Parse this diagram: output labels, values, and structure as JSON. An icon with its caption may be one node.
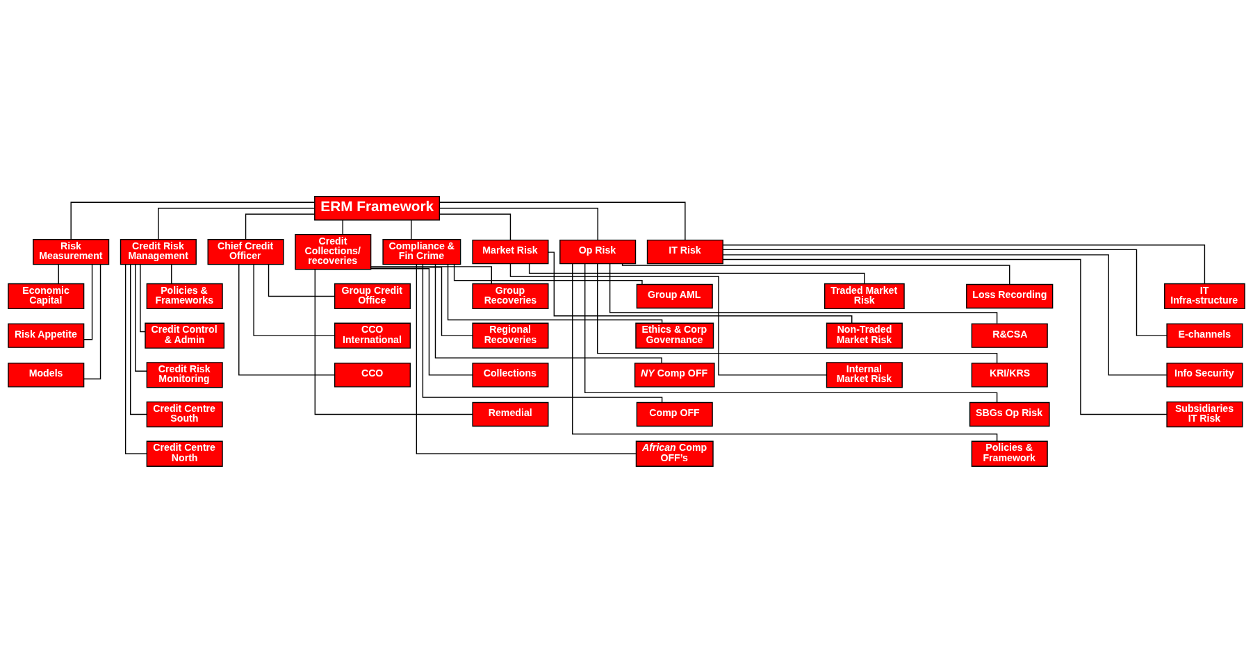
{
  "diagram": {
    "nodes": [
      {
        "text": [
          "ERM Framework"
        ]
      },
      {
        "text": [
          "Risk Measurement"
        ]
      },
      {
        "text": [
          "Credit Risk Management"
        ]
      },
      {
        "text": [
          "Chief Credit Officer"
        ]
      },
      {
        "text": [
          "Credit Collections/ recoveries"
        ]
      },
      {
        "text": [
          "Compliance & Fin Crime"
        ]
      },
      {
        "text": [
          "Market Risk"
        ]
      },
      {
        "text": [
          "Op Risk"
        ]
      },
      {
        "text": [
          "IT Risk"
        ]
      },
      {
        "text": [
          "Economic Capital"
        ]
      },
      {
        "text": [
          "Risk Appetite"
        ]
      },
      {
        "text": [
          "Models"
        ]
      },
      {
        "text": [
          "Policies & Frameworks"
        ]
      },
      {
        "text": [
          "Credit Control & Admin"
        ]
      },
      {
        "text": [
          "Credit Risk Monitoring"
        ]
      },
      {
        "text": [
          "Credit Centre South"
        ]
      },
      {
        "text": [
          "Credit Centre North"
        ]
      },
      {
        "text": [
          "Group Credit Office"
        ]
      },
      {
        "text": [
          "CCO International"
        ]
      },
      {
        "text": [
          "CCO"
        ]
      },
      {
        "text": [
          "Group Recoveries"
        ]
      },
      {
        "text": [
          "Regional Recoveries"
        ]
      },
      {
        "text": [
          "Collections"
        ]
      },
      {
        "text": [
          "Remedial"
        ]
      },
      {
        "text": [
          "Group AML"
        ]
      },
      {
        "text": [
          "Ethics & Corp Governance"
        ]
      },
      {
        "text": [
          "*NY* Comp OFF"
        ]
      },
      {
        "text": [
          "Comp OFF"
        ]
      },
      {
        "text": [
          "*African* Comp OFF’s"
        ]
      },
      {
        "text": [
          "Traded Market Risk"
        ]
      },
      {
        "text": [
          "Non-Traded Market Risk"
        ]
      },
      {
        "text": [
          "Internal Market Risk"
        ]
      },
      {
        "text": [
          "Loss Recording"
        ]
      },
      {
        "text": [
          "R&CSA"
        ]
      },
      {
        "text": [
          "KRI/KRS"
        ]
      },
      {
        "text": [
          "SBGs Op Risk"
        ]
      },
      {
        "text": [
          "Policies & Framework"
        ]
      },
      {
        "text": [
          "IT Infra-structure"
        ]
      },
      {
        "text": [
          "E-channels"
        ]
      },
      {
        "text": [
          "Info Security"
        ]
      },
      {
        "text": [
          "Subsidiaries IT Risk"
        ]
      }
    ],
    "edges": [
      {
        "from": 0,
        "to": 1,
        "arrow": "none"
      },
      {
        "from": 0,
        "to": 2,
        "arrow": "none"
      },
      {
        "from": 0,
        "to": 3,
        "arrow": "none"
      },
      {
        "from": 0,
        "to": 4,
        "arrow": "none"
      },
      {
        "from": 0,
        "to": 5,
        "arrow": "none"
      },
      {
        "from": 0,
        "to": 6,
        "arrow": "none"
      },
      {
        "from": 0,
        "to": 7,
        "arrow": "none"
      },
      {
        "from": 0,
        "to": 8,
        "arrow": "none"
      },
      {
        "from": 1,
        "to": 9,
        "arrow": "none"
      },
      {
        "from": 1,
        "to": 10,
        "arrow": "none"
      },
      {
        "from": 1,
        "to": 11,
        "arrow": "none"
      },
      {
        "from": 2,
        "to": 12,
        "arrow": "none"
      },
      {
        "from": 2,
        "to": 13,
        "arrow": "none"
      },
      {
        "from": 2,
        "to": 14,
        "arrow": "none"
      },
      {
        "from": 2,
        "to": 15,
        "arrow": "none"
      },
      {
        "from": 2,
        "to": 16,
        "arrow": "none"
      },
      {
        "from": 3,
        "to": 17,
        "arrow": "none"
      },
      {
        "from": 3,
        "to": 18,
        "arrow": "none"
      },
      {
        "from": 3,
        "to": 19,
        "arrow": "none"
      },
      {
        "from": 4,
        "to": 20,
        "arrow": "none"
      },
      {
        "from": 4,
        "to": 21,
        "arrow": "none"
      },
      {
        "from": 4,
        "to": 22,
        "arrow": "none"
      },
      {
        "from": 4,
        "to": 23,
        "arrow": "none"
      },
      {
        "from": 5,
        "to": 24,
        "arrow": "none"
      },
      {
        "from": 5,
        "to": 25,
        "arrow": "none"
      },
      {
        "from": 5,
        "to": 26,
        "arrow": "none"
      },
      {
        "from": 5,
        "to": 27,
        "arrow": "none"
      },
      {
        "from": 5,
        "to": 28,
        "arrow": "none"
      },
      {
        "from": 6,
        "to": 29,
        "arrow": "none"
      },
      {
        "from": 6,
        "to": 30,
        "arrow": "none"
      },
      {
        "from": 6,
        "to": 31,
        "arrow": "none"
      },
      {
        "from": 7,
        "to": 32,
        "arrow": "none"
      },
      {
        "from": 7,
        "to": 33,
        "arrow": "none"
      },
      {
        "from": 7,
        "to": 34,
        "arrow": "none"
      },
      {
        "from": 7,
        "to": 35,
        "arrow": "none"
      },
      {
        "from": 7,
        "to": 36,
        "arrow": "none"
      },
      {
        "from": 8,
        "to": 37,
        "arrow": "none"
      },
      {
        "from": 8,
        "to": 38,
        "arrow": "none"
      },
      {
        "from": 8,
        "to": 39,
        "arrow": "none"
      },
      {
        "from": 8,
        "to": 40,
        "arrow": "none"
      }
    ]
  }
}
